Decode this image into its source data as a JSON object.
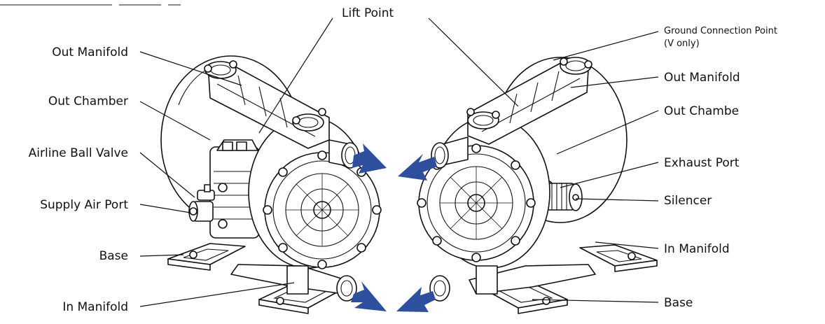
{
  "colors": {
    "arrow": "#2d4f9e",
    "line": "#111111",
    "background": "#ffffff"
  },
  "labels": {
    "lift_point": "Lift Point",
    "left": {
      "out_manifold": "Out Manifold",
      "out_chamber": "Out Chamber",
      "airline_ball_valve": "Airline Ball Valve",
      "supply_air_port": "Supply Air Port",
      "base": "Base",
      "in_manifold": "In Manifold"
    },
    "right": {
      "ground_connection_point": "Ground Connection Point",
      "ground_connection_note": "(V only)",
      "out_manifold": "Out Manifold",
      "out_chamber": "Out Chambe",
      "exhaust_port": "Exhaust Port",
      "silencer": "Silencer",
      "in_manifold": "In Manifold",
      "base": "Base"
    }
  },
  "icons": {
    "flow_arrows": "flow-direction-arrow-icon",
    "pumps": "diaphragm-pump-icon"
  }
}
